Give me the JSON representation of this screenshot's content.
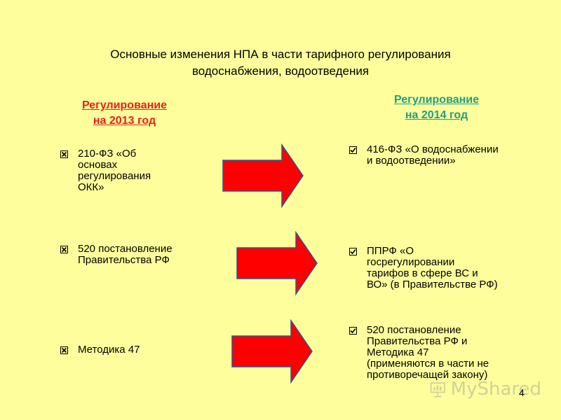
{
  "slide": {
    "title_line1": "Основные изменения НПА в части тарифного регулирования",
    "title_line2": "водоснабжения, водоотведения",
    "left_heading_line1": "Регулирование",
    "left_heading_line2": "на 2013 год",
    "right_heading_line1": "Регулирование",
    "right_heading_line2": "на 2014 год",
    "left_items": [
      "210-ФЗ «Об\nосновах\nрегулирования\nОКК»",
      "520 постановление\nПравительства РФ",
      "Методика 47"
    ],
    "right_items": [
      "416-ФЗ «О водоснабжении\nи водоотведении»",
      "ППРФ «О\nгосрегулировании\nтарифов в сфере ВС и\nВО» (в Правительстве РФ)",
      "520 постановление\nПравительства РФ и\nМетодика 47\n(применяются в части не\nпротиворечащей закону)"
    ],
    "page_number": "4",
    "watermark": "MyShared"
  },
  "colors": {
    "background": "#FEFF9C",
    "left_heading": "#E8201A",
    "right_heading": "#1F9E85",
    "arrow_fill": "#FF0000",
    "arrow_stroke": "#2F5597"
  },
  "icons": {
    "left_checkbox": "x-checkbox-icon",
    "right_checkbox": "checked-checkbox-icon",
    "arrow": "right-arrow-icon"
  }
}
